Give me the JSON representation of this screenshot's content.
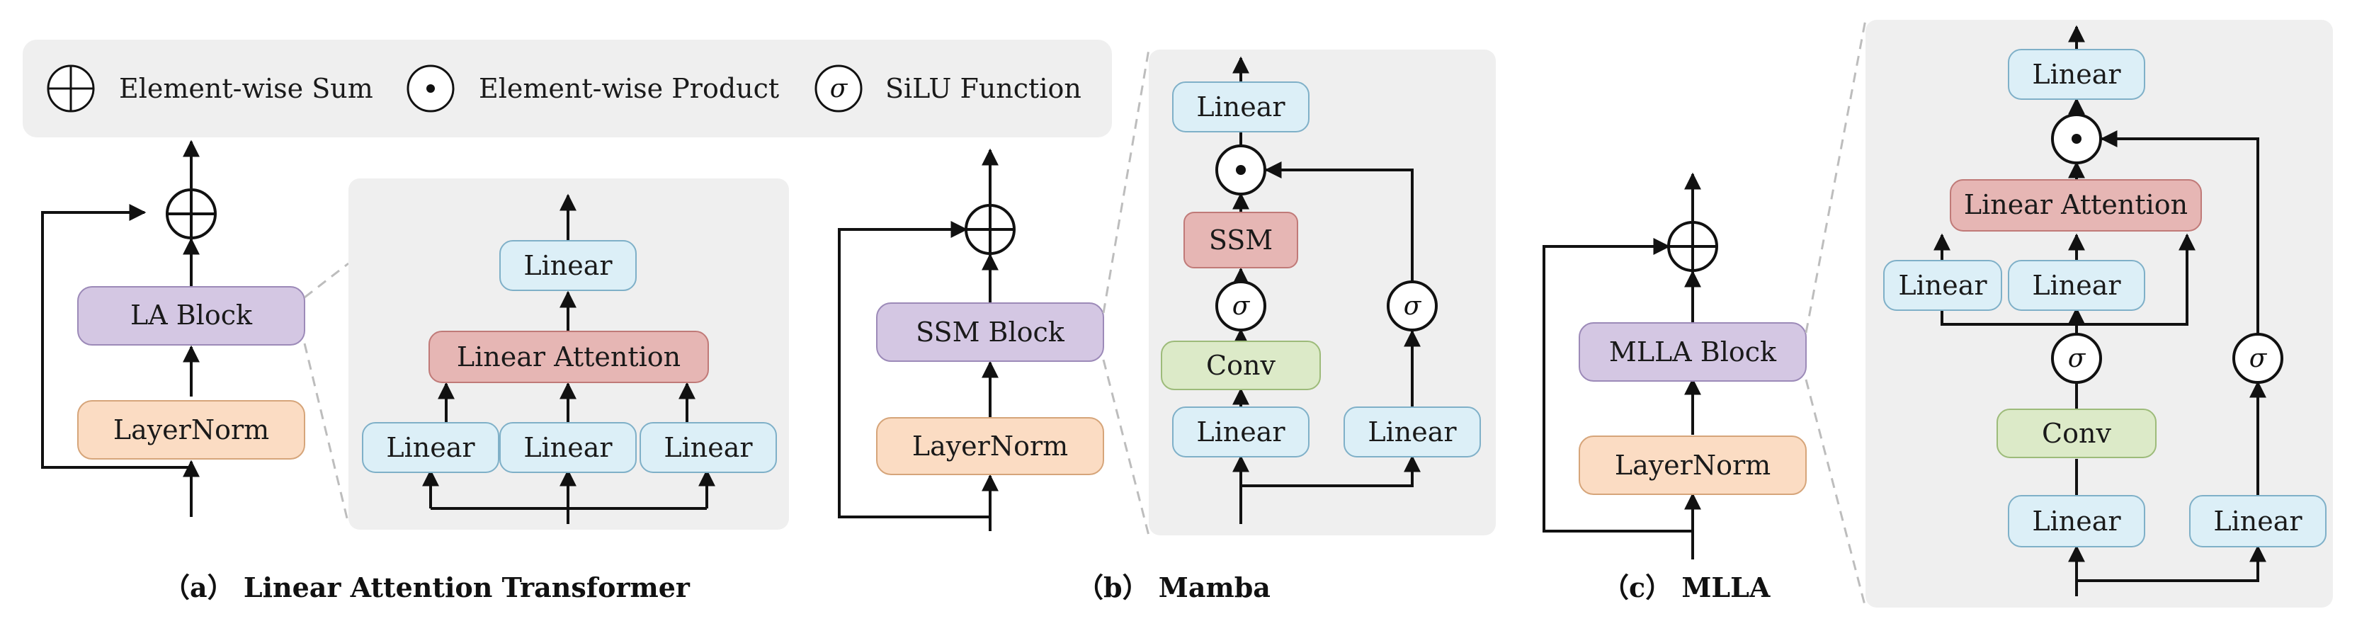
{
  "legend": {
    "sum": "Element-wise Sum",
    "product": "Element-wise Product",
    "silu": "SiLU Function",
    "sigma": "σ"
  },
  "colors": {
    "linear": "#dceff7",
    "linear_border": "#7fb0c8",
    "attention": "#e6b6b4",
    "attention_border": "#c07a78",
    "block": "#d4c7e3",
    "block_border": "#9c8ab8",
    "norm": "#fbdcc3",
    "norm_border": "#d6a57a",
    "conv": "#dceac8",
    "conv_border": "#9dbb7a",
    "panel": "#efefef"
  },
  "panel_a": {
    "block": "LA Block",
    "norm": "LayerNorm",
    "detail": {
      "top_linear": "Linear",
      "attention": "Linear Attention",
      "inputs": [
        "Linear",
        "Linear",
        "Linear"
      ]
    },
    "caption": "（a） Linear Attention Transformer"
  },
  "panel_b": {
    "block": "SSM Block",
    "norm": "LayerNorm",
    "detail": {
      "top_linear": "Linear",
      "ssm": "SSM",
      "conv": "Conv",
      "left_linear": "Linear",
      "right_linear": "Linear"
    },
    "caption": "（b） Mamba"
  },
  "panel_c": {
    "block": "MLLA Block",
    "norm": "LayerNorm",
    "detail": {
      "top_linear": "Linear",
      "attention": "Linear Attention",
      "q_linear": "Linear",
      "k_linear": "Linear",
      "conv": "Conv",
      "left_linear": "Linear",
      "right_linear": "Linear"
    },
    "caption": "（c） MLLA"
  }
}
